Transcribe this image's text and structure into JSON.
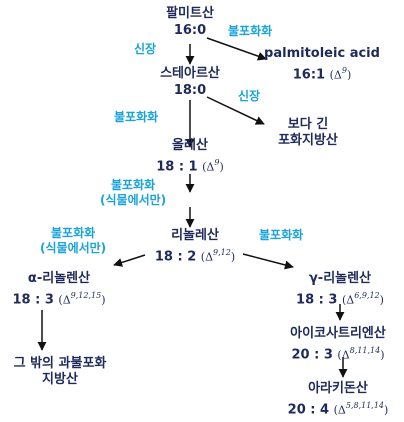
{
  "colors": {
    "node_text": "#1f2a5a",
    "step_text": "#1aa3d8",
    "arrow": "#111111"
  },
  "nodes": {
    "palmitic": {
      "name": "팔미트산",
      "formula": "16:0"
    },
    "palmitoleic": {
      "name": "palmitoleic acid",
      "formula": "16:1",
      "delta": "(Δ",
      "positions": "9",
      "close": ")"
    },
    "stearic": {
      "name": "스테아르산",
      "formula": "18:0"
    },
    "longer_saturated": {
      "line1": "보다 긴",
      "line2": "포화지방산"
    },
    "oleic": {
      "name": "올레산",
      "formula": "18 : 1",
      "delta": "(Δ",
      "positions": "9",
      "close": ")"
    },
    "linoleic": {
      "name": "리놀레산",
      "formula": "18 : 2",
      "delta": "(Δ",
      "positions": "9,12",
      "close": ")"
    },
    "alpha_linolenic": {
      "name": "α-리놀렌산",
      "formula": "18 : 3",
      "delta": "(Δ",
      "positions": "9,12,15",
      "close": ")"
    },
    "gamma_linolenic": {
      "name": "γ-리놀렌산",
      "formula": "18 : 3",
      "delta": "(Δ",
      "positions": "6,9,12",
      "close": ")"
    },
    "eicosatrienoic": {
      "name": "아이코사트리엔산",
      "formula": "20 : 3",
      "delta": "(Δ",
      "positions": "8,11,14",
      "close": ")"
    },
    "arachidonic": {
      "name": "아라키돈산",
      "formula": "20 : 4",
      "delta": "(Δ",
      "positions": "5,8,11,14",
      "close": ")"
    },
    "other_polyunsat": {
      "line1": "그 밖의 과불포화",
      "line2": "지방산"
    }
  },
  "steps": {
    "desat_1": {
      "line1": "불포화화"
    },
    "elong_1": {
      "line1": "신장"
    },
    "elong_2": {
      "line1": "신장"
    },
    "desat_2": {
      "line1": "불포화화"
    },
    "desat_plant_1": {
      "line1": "불포화화",
      "line2": "(식물에서만)"
    },
    "desat_plant_2": {
      "line1": "불포화화",
      "line2": "(식물에서만)"
    },
    "desat_3": {
      "line1": "불포화화"
    }
  }
}
